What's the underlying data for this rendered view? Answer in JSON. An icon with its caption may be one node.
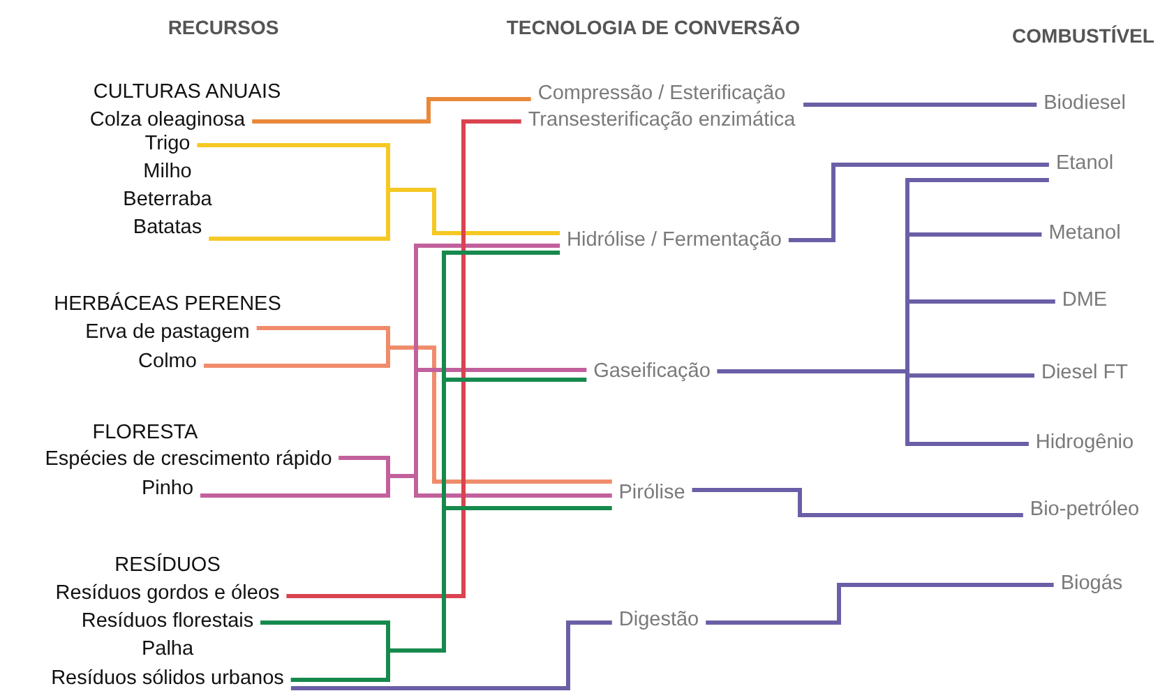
{
  "diagram": {
    "nodes": [
      {
        "text": [
          "Colza oleaginosa"
        ]
      },
      {
        "text": [
          "Trigo"
        ]
      },
      {
        "text": [
          "Batatas"
        ]
      },
      {
        "text": [
          "Erva de pastagem"
        ]
      },
      {
        "text": [
          "Colmo"
        ]
      },
      {
        "text": [
          "Espécies de crescimento rápido"
        ]
      },
      {
        "text": [
          "Pinho"
        ]
      },
      {
        "text": [
          "Resíduos gordos e óleos"
        ]
      },
      {
        "text": [
          "Resíduos florestais"
        ]
      },
      {
        "text": [
          "Resíduos sólidos urbanos"
        ]
      },
      {
        "text": [
          "Compressão / Esterificação"
        ]
      },
      {
        "text": [
          "Transesterificação enzimática"
        ]
      },
      {
        "text": [
          "Hidrólise / Fermentação"
        ]
      },
      {
        "text": [
          "Gaseificação"
        ]
      },
      {
        "text": [
          "Pirólise"
        ]
      },
      {
        "text": [
          "Digestão"
        ]
      },
      {
        "text": [
          "Biodiesel"
        ]
      },
      {
        "text": [
          "Etanol"
        ]
      },
      {
        "text": [
          "Metanol"
        ]
      },
      {
        "text": [
          "DME"
        ]
      },
      {
        "text": [
          "Diesel FT"
        ]
      },
      {
        "text": [
          "Hidrogênio"
        ]
      },
      {
        "text": [
          "Bio-petróleo"
        ]
      },
      {
        "text": [
          "Biogás"
        ]
      }
    ],
    "edges": [
      {
        "from": 0,
        "to": 10,
        "arrow": "none",
        "color": "#e8893a"
      },
      {
        "from": 1,
        "to": 12,
        "arrow": "none",
        "color": "#f5c823"
      },
      {
        "from": 2,
        "to": 12,
        "arrow": "none",
        "color": "#f5c823"
      },
      {
        "from": 3,
        "to": 14,
        "arrow": "none",
        "color": "#f08c6c"
      },
      {
        "from": 4,
        "to": 14,
        "arrow": "none",
        "color": "#f08c6c"
      },
      {
        "from": 5,
        "to": 12,
        "arrow": "none",
        "color": "#c2609c"
      },
      {
        "from": 5,
        "to": 13,
        "arrow": "none",
        "color": "#c2609c"
      },
      {
        "from": 5,
        "to": 14,
        "arrow": "none",
        "color": "#c2609c"
      },
      {
        "from": 6,
        "to": 12,
        "arrow": "none",
        "color": "#c2609c"
      },
      {
        "from": 6,
        "to": 13,
        "arrow": "none",
        "color": "#c2609c"
      },
      {
        "from": 6,
        "to": 14,
        "arrow": "none",
        "color": "#c2609c"
      },
      {
        "from": 7,
        "to": 11,
        "arrow": "none",
        "color": "#d9434f"
      },
      {
        "from": 8,
        "to": 12,
        "arrow": "none",
        "color": "#16894c"
      },
      {
        "from": 8,
        "to": 13,
        "arrow": "none",
        "color": "#16894c"
      },
      {
        "from": 8,
        "to": 14,
        "arrow": "none",
        "color": "#16894c"
      },
      {
        "from": 9,
        "to": 12,
        "arrow": "none",
        "color": "#16894c"
      },
      {
        "from": 9,
        "to": 13,
        "arrow": "none",
        "color": "#16894c"
      },
      {
        "from": 9,
        "to": 14,
        "arrow": "none",
        "color": "#16894c"
      },
      {
        "from": 9,
        "to": 15,
        "arrow": "none"
      },
      {
        "from": 10,
        "to": 16,
        "arrow": "none"
      },
      {
        "from": 11,
        "to": 16,
        "arrow": "none"
      },
      {
        "from": 12,
        "to": 17,
        "arrow": "none"
      },
      {
        "from": 13,
        "to": 17,
        "arrow": "none"
      },
      {
        "from": 13,
        "to": 18,
        "arrow": "none"
      },
      {
        "from": 13,
        "to": 19,
        "arrow": "none"
      },
      {
        "from": 13,
        "to": 20,
        "arrow": "none"
      },
      {
        "from": 13,
        "to": 21,
        "arrow": "none"
      },
      {
        "from": 14,
        "to": 22,
        "arrow": "none"
      },
      {
        "from": 15,
        "to": 23,
        "arrow": "none"
      }
    ],
    "labels": [
      "RECURSOS",
      "TECNOLOGIA DE CONVERSÃO",
      "COMBUSTÍVEL",
      "CULTURAS ANUAIS",
      "Milho",
      "Beterraba",
      "HERBÁCEAS PERENES",
      "FLORESTA",
      "RESÍDUOS",
      "Palha"
    ]
  }
}
